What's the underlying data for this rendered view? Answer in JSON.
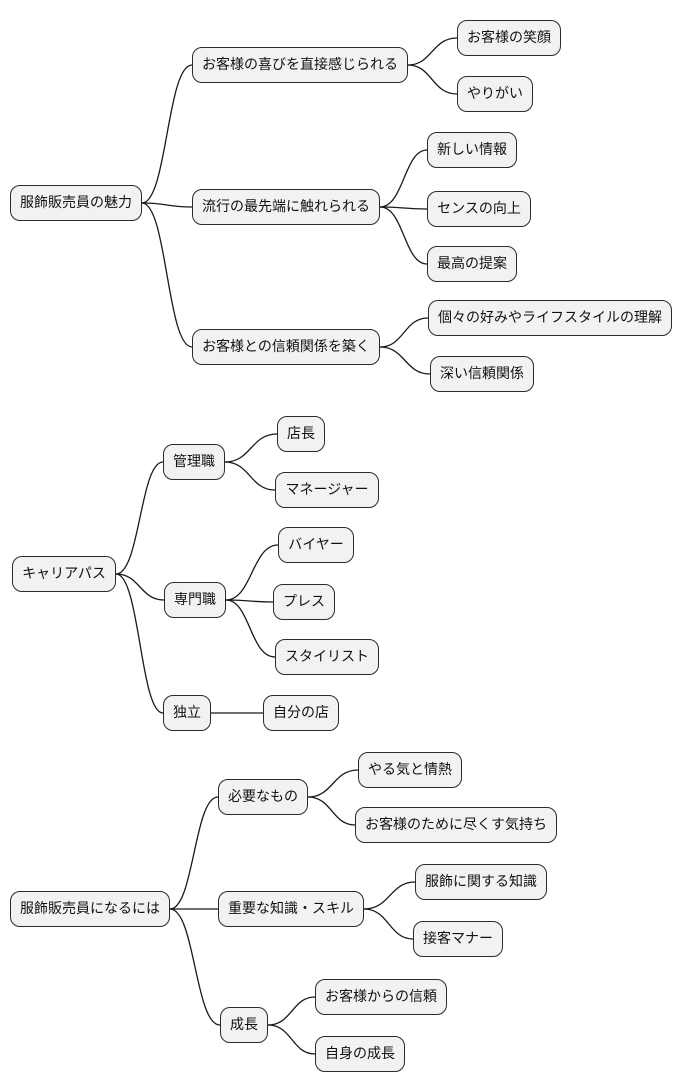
{
  "diagram_type": "mindmap",
  "colors": {
    "background": "#ffffff",
    "node_fill": "#f2f2f2",
    "node_border": "#2b2b2b",
    "connector": "#1a1a1a",
    "text": "#111111"
  },
  "trees": [
    {
      "root": "服飾販売員の魅力",
      "branches": [
        {
          "label": "お客様の喜びを直接感じられる",
          "children": [
            "お客様の笑顔",
            "やりがい"
          ]
        },
        {
          "label": "流行の最先端に触れられる",
          "children": [
            "新しい情報",
            "センスの向上",
            "最高の提案"
          ]
        },
        {
          "label": "お客様との信頼関係を築く",
          "children": [
            "個々の好みやライフスタイルの理解",
            "深い信頼関係"
          ]
        }
      ]
    },
    {
      "root": "キャリアパス",
      "branches": [
        {
          "label": "管理職",
          "children": [
            "店長",
            "マネージャー"
          ]
        },
        {
          "label": "専門職",
          "children": [
            "バイヤー",
            "プレス",
            "スタイリスト"
          ]
        },
        {
          "label": "独立",
          "children": [
            "自分の店"
          ]
        }
      ]
    },
    {
      "root": "服飾販売員になるには",
      "branches": [
        {
          "label": "必要なもの",
          "children": [
            "やる気と情熱",
            "お客様のために尽くす気持ち"
          ]
        },
        {
          "label": "重要な知識・スキル",
          "children": [
            "服飾に関する知識",
            "接客マナー"
          ]
        },
        {
          "label": "成長",
          "children": [
            "お客様からの信頼",
            "自身の成長"
          ]
        }
      ]
    }
  ]
}
